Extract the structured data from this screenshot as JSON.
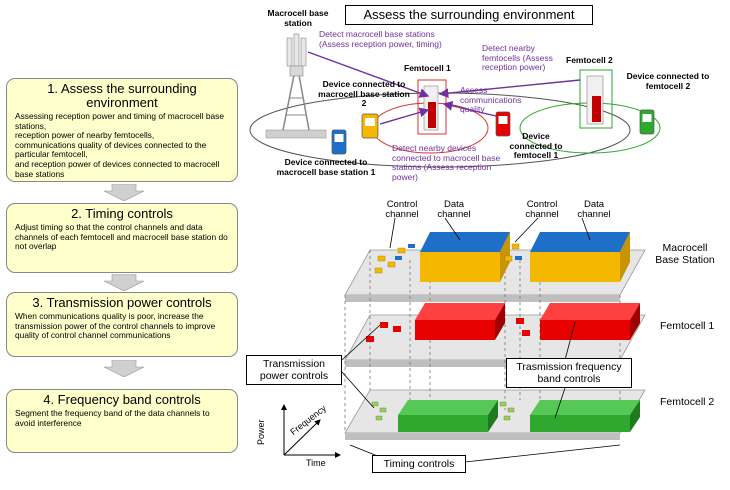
{
  "header": {
    "title": "Assess the surrounding environment"
  },
  "steps": [
    {
      "title": "1. Assess the surrounding environment",
      "body": "Assessing reception power and timing of macrocell base stations,\nreception power of nearby femtocells,\ncommunications quality of devices connected to the particular femtocell,\nand reception power of devices connected to macrocell base stations"
    },
    {
      "title": "2. Timing controls",
      "body": "Adjust timing so that the control channels and data channels of each femtocell and macrocell base station do not overlap"
    },
    {
      "title": "3. Transmission power controls",
      "body": "When communications quality is poor, increase the transmission power of the control channels to improve quality of control channel communications"
    },
    {
      "title": "4. Frequency band controls",
      "body": "Segment the frequency band of the data channels to avoid interference"
    }
  ],
  "top_diagram": {
    "macro_station": "Macrocell base station",
    "femto1": "Femtocell 1",
    "femto2": "Femtocell 2",
    "dev_macro2": "Device connected to macrocell base station 2",
    "dev_macro1": "Device connected to macrocell base station 1",
    "dev_femto1": "Device connected to femtocell 1",
    "dev_femto2": "Device connected to femtocell 2",
    "detect_macro": "Detect macrocell base stations (Assess reception power, timing)",
    "detect_femto": "Detect nearby femtocells (Assess reception power)",
    "assess_quality": "Assess communications quality",
    "detect_devices": "Detect nearby devices connected to macrocell base stations (Assess reception power)"
  },
  "bottom_diagram": {
    "control_channel": "Control channel",
    "data_channel": "Data channel",
    "row_macro": "Macrocell Base Station",
    "row_femto1": "Femtocell 1",
    "row_femto2": "Femtocell 2",
    "tx_power": "Transmission power controls",
    "freq_band": "Trasmission frequency band controls",
    "timing": "Timing controls",
    "axis_power": "Power",
    "axis_frequency": "Frequency",
    "axis_time": "Time"
  },
  "colors": {
    "step_fill": "#ffffcc",
    "macro_blue": "#1e6fc8",
    "macro_yellow": "#f5b800",
    "femto1_red": "#e80000",
    "femto2_green": "#2ea82e",
    "purple": "#7030a0"
  }
}
